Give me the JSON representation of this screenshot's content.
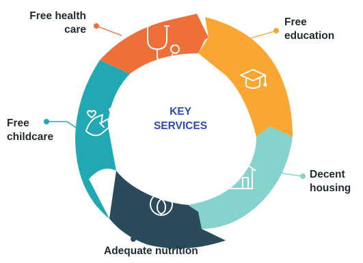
{
  "center": {
    "line1": "KEY",
    "line2": "SERVICES"
  },
  "services": [
    {
      "label_lines": [
        "Free health",
        "care"
      ],
      "color": "#ef6f39",
      "icon": "stethoscope-icon"
    },
    {
      "label_lines": [
        "Free",
        "education"
      ],
      "color": "#f9a632",
      "icon": "graduation-cap-icon"
    },
    {
      "label_lines": [
        "Decent",
        "housing"
      ],
      "color": "#86d2cc",
      "icon": "house-icon"
    },
    {
      "label_lines": [
        "Adequate nutrition"
      ],
      "color": "#2b4b5c",
      "icon": "apple-icon"
    },
    {
      "label_lines": [
        "Free",
        "childcare"
      ],
      "color": "#20a9b2",
      "icon": "hands-hearts-icon"
    }
  ],
  "text_color": "#1e2a30",
  "center_color": "#2b4bb0"
}
